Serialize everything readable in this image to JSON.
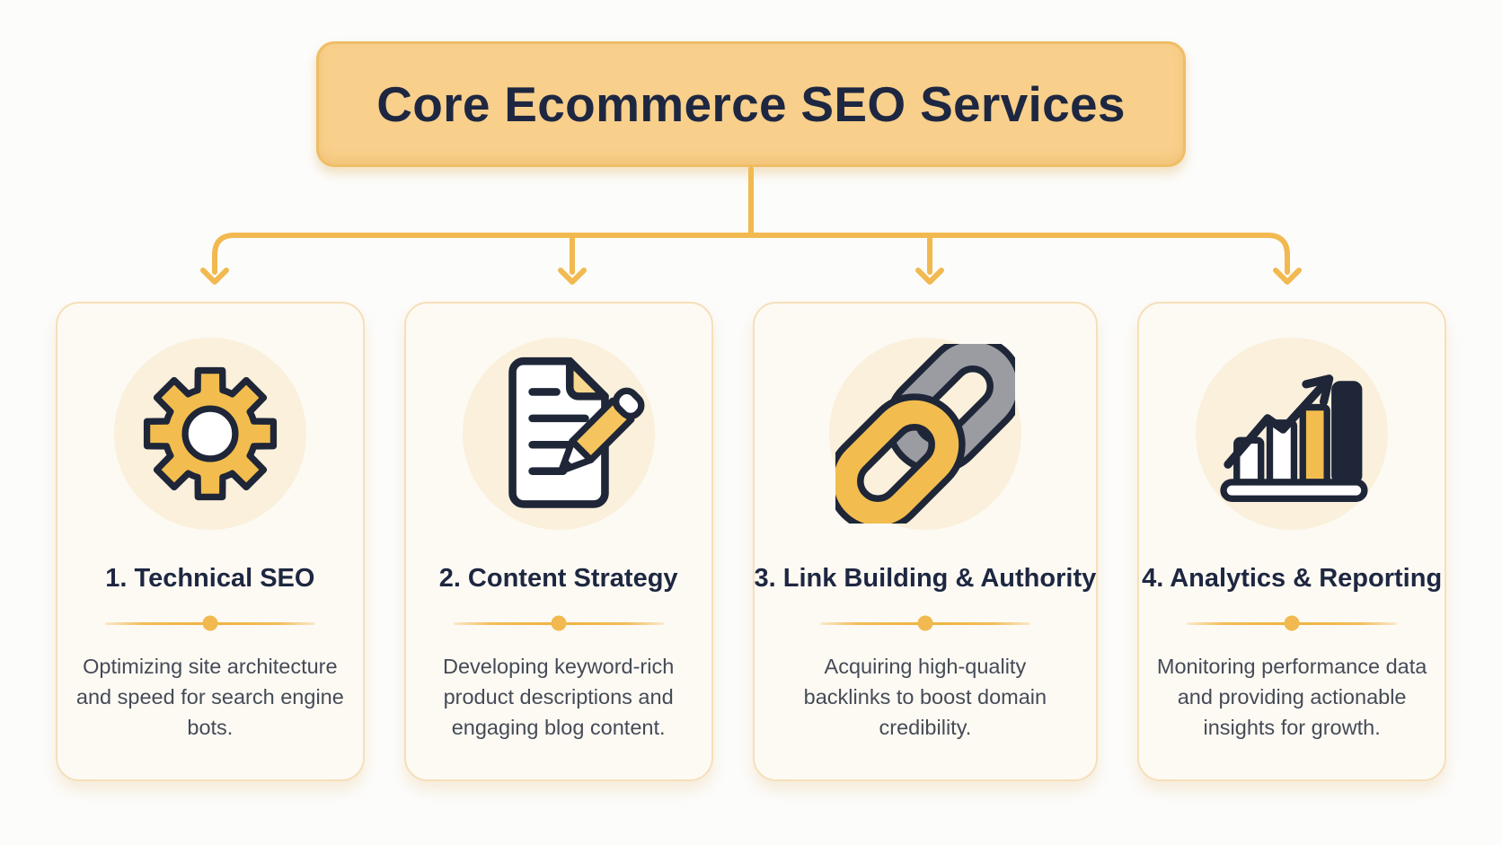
{
  "banner": {
    "title": "Core Ecommerce SEO Services"
  },
  "cards": [
    {
      "icon": "gear-icon",
      "title": "1. Technical SEO",
      "description": "Optimizing site architecture and speed for search engine bots."
    },
    {
      "icon": "document-pencil-icon",
      "title": "2. Content Strategy",
      "description": "Developing keyword-rich product descriptions and engaging blog content."
    },
    {
      "icon": "chain-link-icon",
      "title": "3. Link Building & Authority",
      "description": "Acquiring high-quality backlinks to boost domain credibility."
    },
    {
      "icon": "bar-chart-growth-icon",
      "title": "4. Analytics & Reporting",
      "description": "Monitoring performance data and providing actionable insights for growth."
    }
  ],
  "colors": {
    "page_bg": "#fcfcfb",
    "accent": "#f1b94f",
    "banner_fill": "#f8cf8b",
    "banner_border": "#efbd66",
    "navy": "#1e2638",
    "card_bg": "#fdfaf4",
    "card_border": "#f6dfb9",
    "icon_circle": "#faf0db",
    "icon_yellow": "#f2bd4e",
    "icon_gray": "#9b9ca2",
    "text_dark": "#1e2741",
    "text_body": "#454b56"
  }
}
